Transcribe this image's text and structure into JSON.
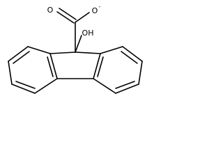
{
  "molecule": {
    "atoms": {
      "carbonyl_oxygen": "O",
      "carboxylate_oxygen": "O",
      "carboxylate_charge": "-",
      "hydroxyl": "OH"
    }
  }
}
